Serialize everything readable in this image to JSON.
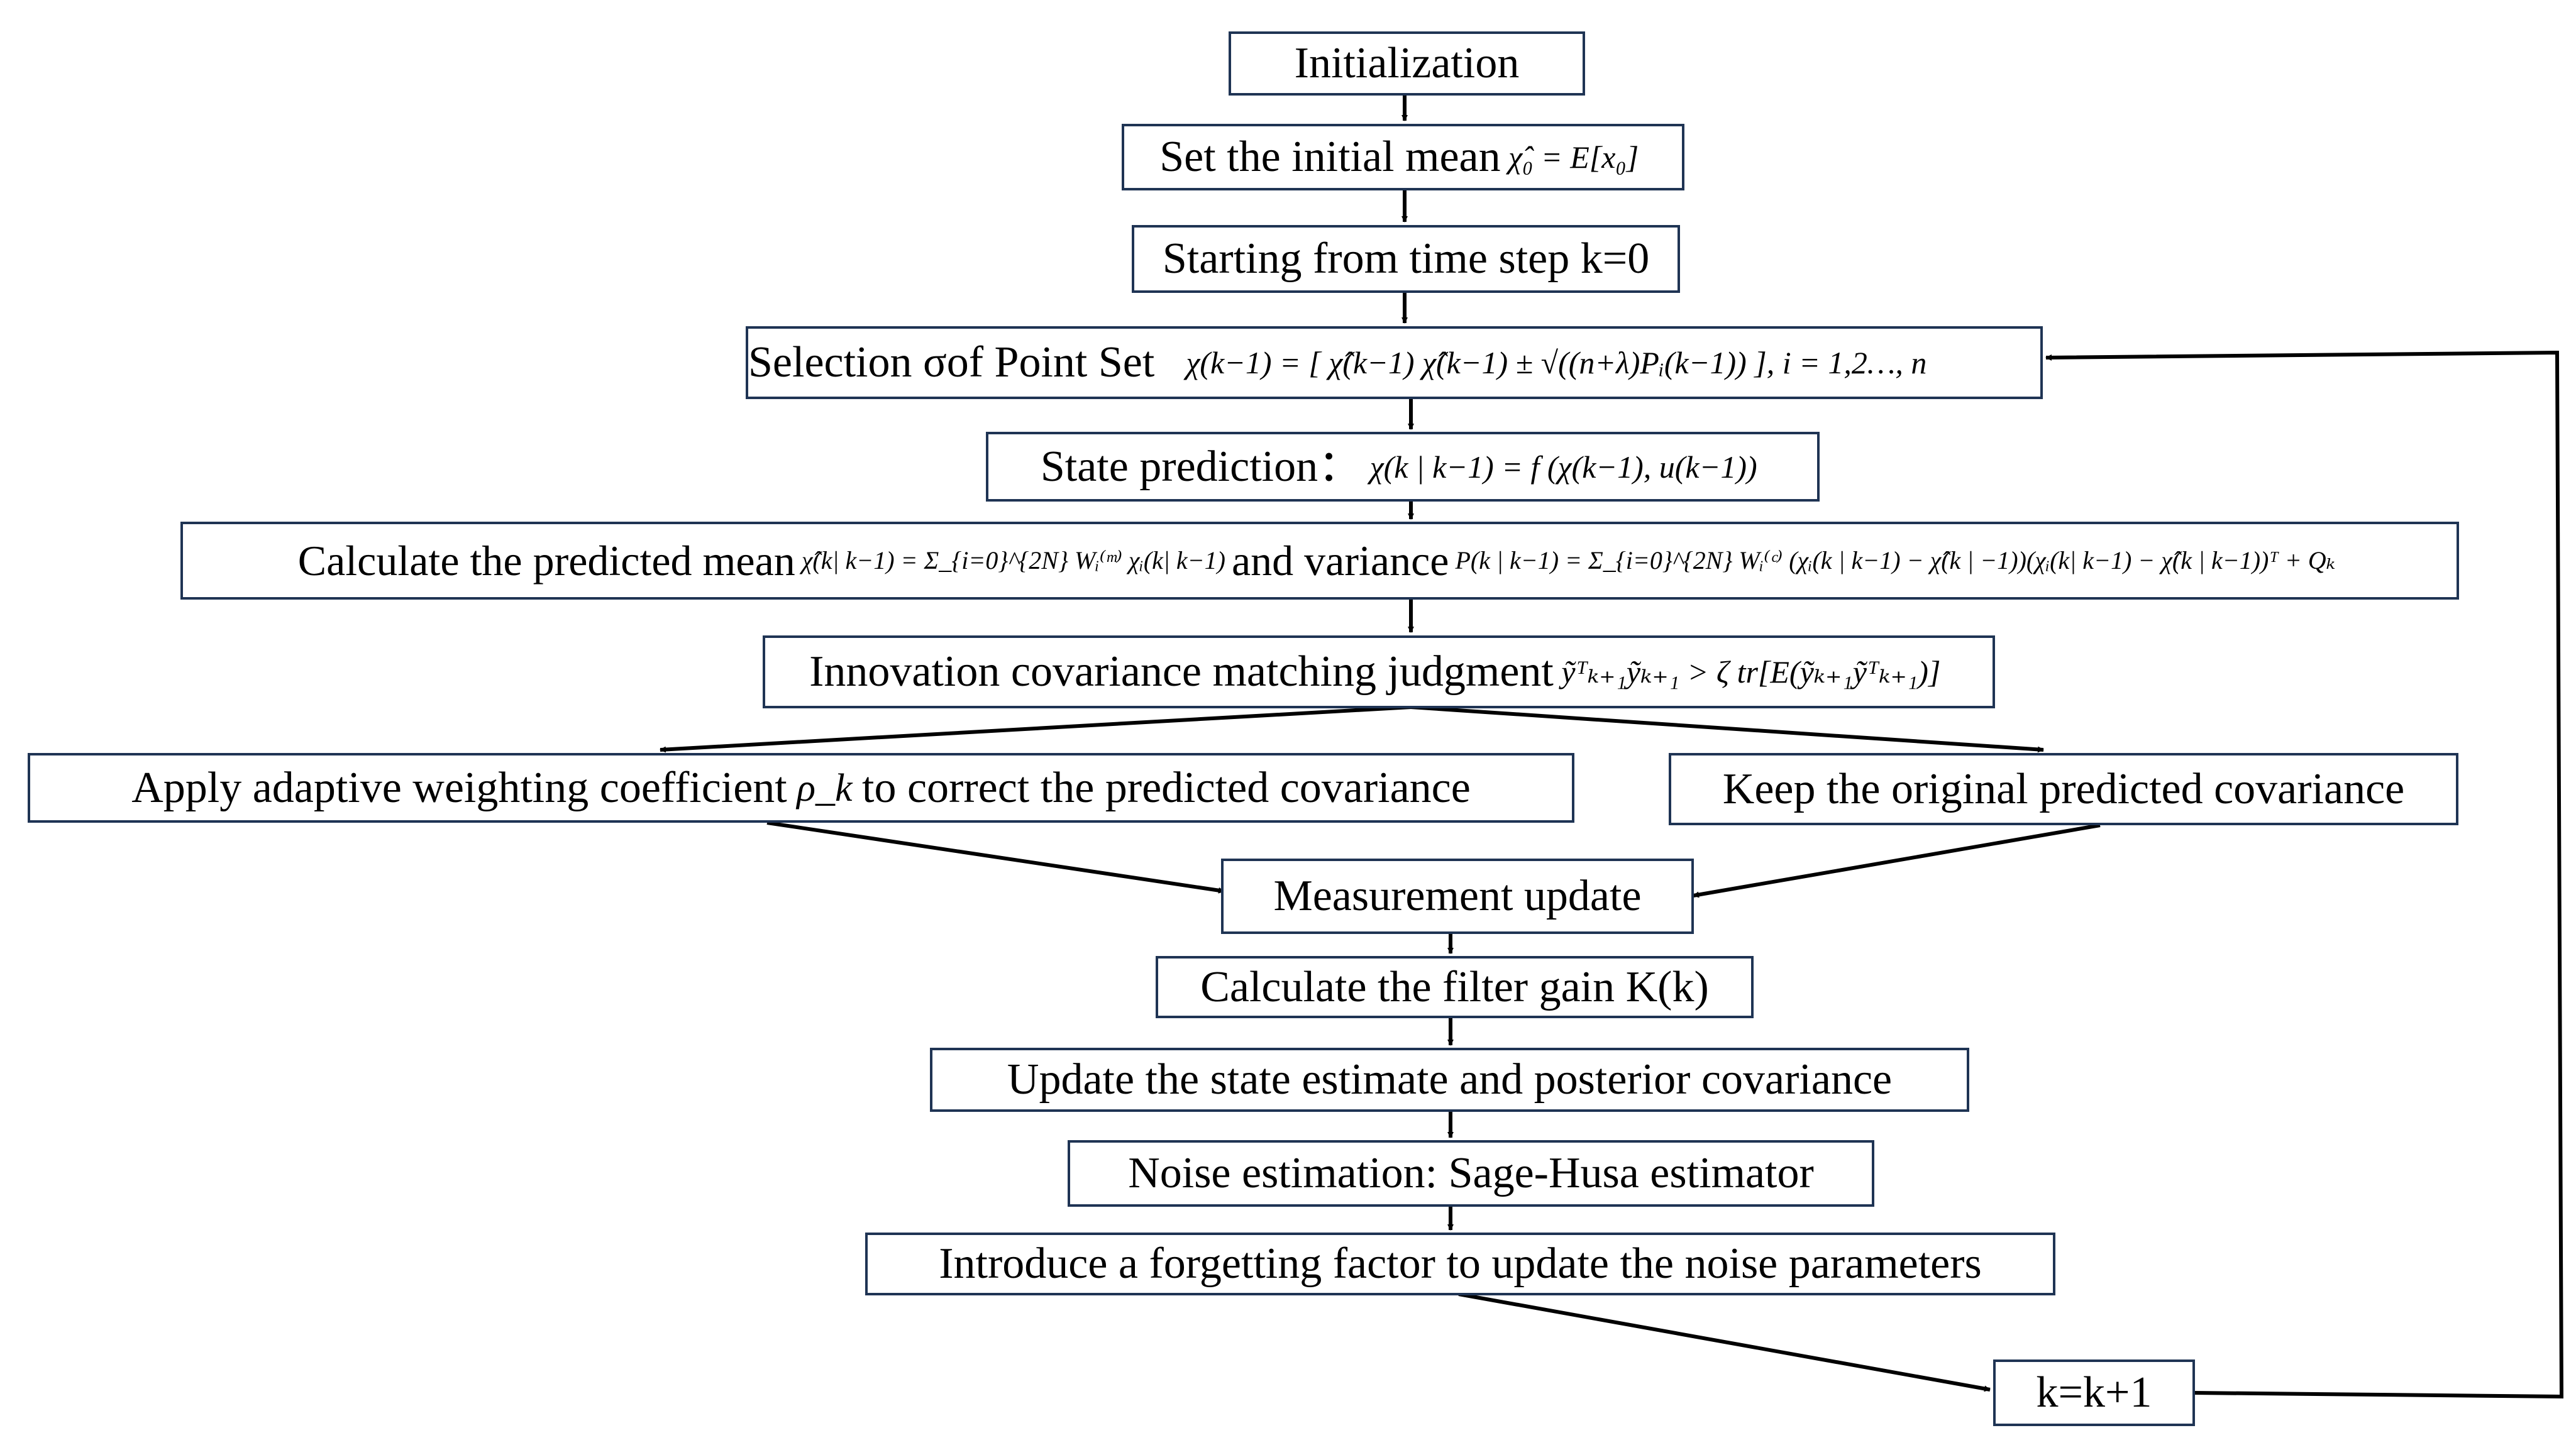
{
  "colors": {
    "box_border": "#1f3454",
    "arrow": "#000000",
    "background": "#ffffff"
  },
  "nodes": {
    "init": {
      "text": "Initialization"
    },
    "mean": {
      "text": "Set the initial mean",
      "math": "χ̂₀ = E[x₀]"
    },
    "start": {
      "text": "Starting from time step k=0"
    },
    "sigma": {
      "text": "Selection σof Point Set",
      "math": "χ(k−1) = [ χ̂(k−1) χ̂(k−1) ± √((n+λ)Pᵢ(k−1)) ],   i = 1,2…, n"
    },
    "stpred": {
      "text": "State prediction：",
      "math": "χ(k | k−1) = f (χ(k−1), u(k−1))"
    },
    "predmean": {
      "text_a": "Calculate the predicted mean",
      "math_a": "χ̂(k| k−1) = Σ_{i=0}^{2N} Wᵢ⁽ᵐ⁾ χᵢ(k| k−1)",
      "text_b": "and variance",
      "math_b": "P(k | k−1) = Σ_{i=0}^{2N} Wᵢ⁽ᶜ⁾ (χᵢ(k | k−1) − χ̂(k | −1))(χᵢ(k| k−1) − χ̂(k | k−1))ᵀ + Qₖ"
    },
    "innov": {
      "text": "Innovation covariance matching judgment",
      "math": "ỹᵀₖ₊₁ỹₖ₊₁ > ζ tr[E(ỹₖ₊₁ỹᵀₖ₊₁)]"
    },
    "adapt": {
      "text_a": "Apply adaptive weighting coefficient",
      "math": "ρ_k",
      "text_b": "to correct the predicted covariance"
    },
    "keep": {
      "text": "Keep the original predicted covariance"
    },
    "meas": {
      "text": "Measurement update"
    },
    "gain": {
      "text": "Calculate the filter gain K(k)"
    },
    "update": {
      "text": "Update the state estimate and posterior covariance"
    },
    "noise": {
      "text": "Noise estimation: Sage-Husa estimator"
    },
    "forget": {
      "text": "Introduce a forgetting factor to update the noise parameters"
    },
    "inc": {
      "text": "k=k+1"
    }
  }
}
